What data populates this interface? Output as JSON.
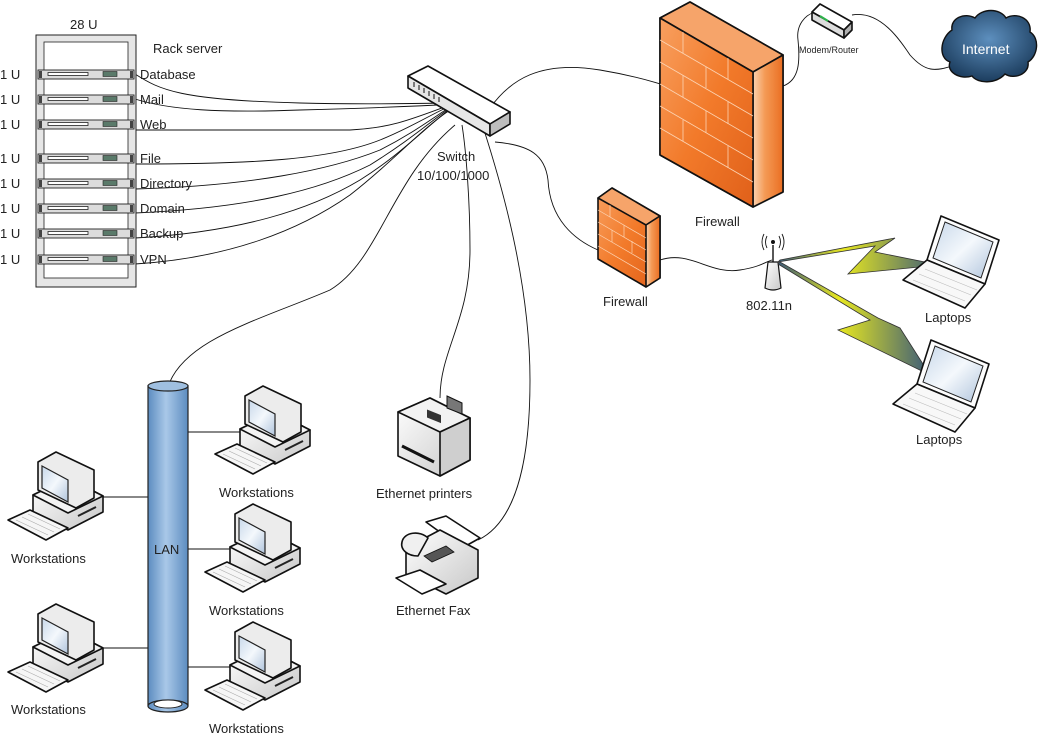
{
  "rack": {
    "capacity_label": "28 U",
    "title": "Rack server",
    "servers": [
      {
        "unit": "1 U",
        "name": "Database"
      },
      {
        "unit": "1 U",
        "name": "Mail"
      },
      {
        "unit": "1 U",
        "name": "Web"
      },
      {
        "unit": "1 U",
        "name": "File"
      },
      {
        "unit": "1 U",
        "name": "Directory"
      },
      {
        "unit": "1 U",
        "name": "Domain"
      },
      {
        "unit": "1 U",
        "name": "Backup"
      },
      {
        "unit": "1 U",
        "name": "VPN"
      }
    ]
  },
  "switch": {
    "label": "Switch",
    "speed": "10/100/1000"
  },
  "firewall_main": {
    "label": "Firewall"
  },
  "firewall_wireless": {
    "label": "Firewall"
  },
  "modem": {
    "label": "Modem/Router"
  },
  "internet": {
    "label": "Internet"
  },
  "access_point": {
    "label": "802.11n"
  },
  "laptops": [
    {
      "label": "Laptops"
    },
    {
      "label": "Laptops"
    }
  ],
  "lan": {
    "label": "LAN"
  },
  "workstations": [
    {
      "label": "Workstations"
    },
    {
      "label": "Workstations"
    },
    {
      "label": "Workstations"
    },
    {
      "label": "Workstations"
    },
    {
      "label": "Workstations"
    }
  ],
  "printer": {
    "label": "Ethernet printers"
  },
  "fax": {
    "label": "Ethernet Fax"
  },
  "colors": {
    "firewall": "#f07a2c",
    "lan_pipe": "#7aa6d4",
    "internet_cloud": "#2c5a85",
    "wireless_bolt": "#e6e620"
  }
}
